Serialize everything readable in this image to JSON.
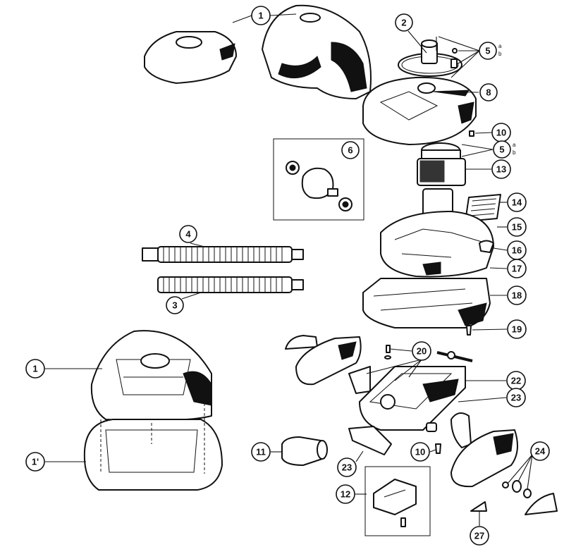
{
  "diagram": {
    "callouts": {
      "c1_top": "1",
      "c2": "2",
      "c5_top": "5",
      "c5_top_a": "a",
      "c5_top_b": "b",
      "c8": "8",
      "c10_top": "10",
      "c5_mid": "5",
      "c5_mid_a": "a",
      "c5_mid_b": "b",
      "c6": "6",
      "c13": "13",
      "c14": "14",
      "c15": "15",
      "c16": "16",
      "c17": "17",
      "c18": "18",
      "c19": "19",
      "c4": "4",
      "c3": "3",
      "c1_left": "1",
      "c1prime": "1'",
      "c20": "20",
      "c22": "22",
      "c23_right": "23",
      "c11": "11",
      "c10_bottom": "10",
      "c23_bottom": "23",
      "c12": "12",
      "c24": "24",
      "c27": "27"
    }
  }
}
